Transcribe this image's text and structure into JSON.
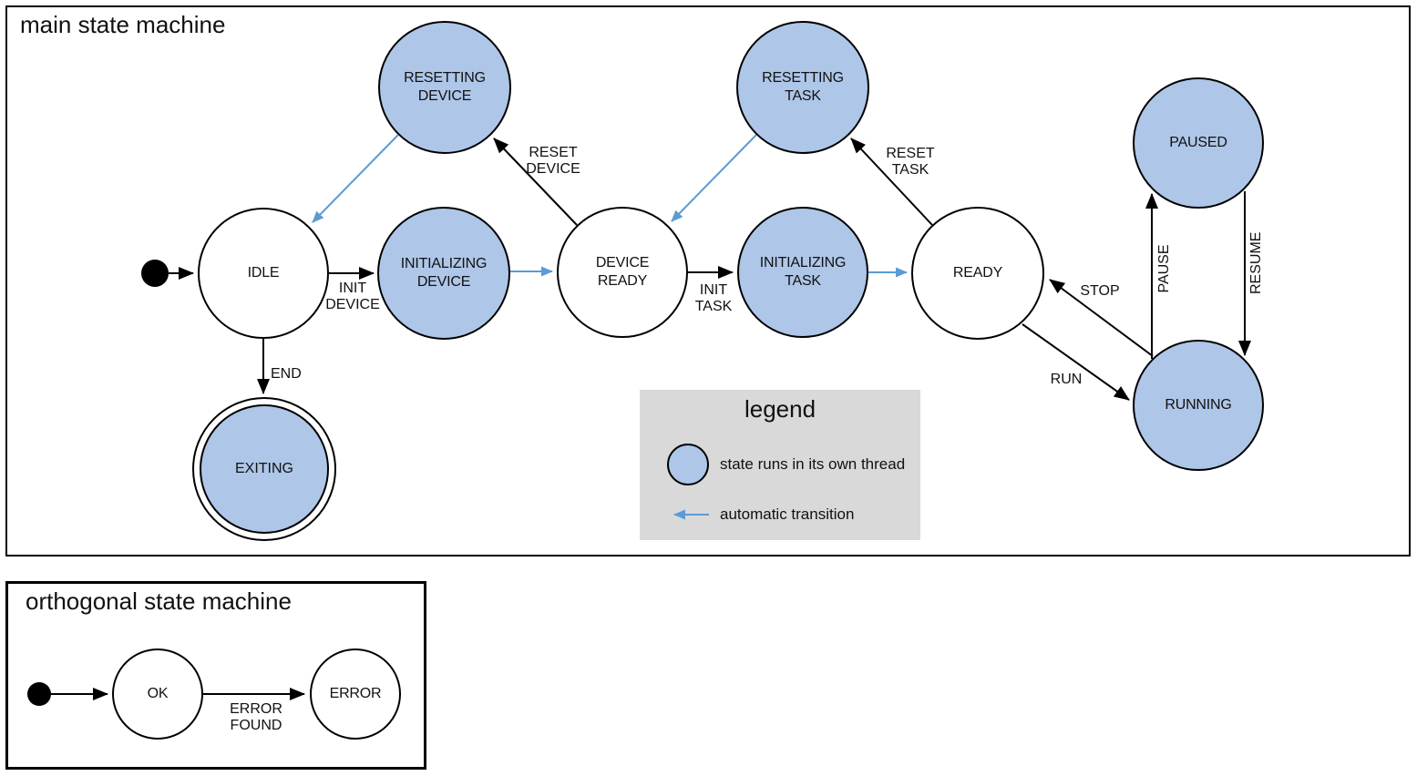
{
  "colors": {
    "thread_state_fill": "#aec6e8",
    "auto_transition": "#5b9bd5",
    "legend_bg": "#d9d9d9",
    "outline": "#000000"
  },
  "main_machine": {
    "title": "main state machine",
    "states": {
      "idle": {
        "label": "IDLE",
        "threaded": false
      },
      "resetting_device": {
        "line1": "RESETTING",
        "line2": "DEVICE",
        "threaded": true
      },
      "initializing_device": {
        "line1": "INITIALIZING",
        "line2": "DEVICE",
        "threaded": true
      },
      "device_ready": {
        "line1": "DEVICE",
        "line2": "READY",
        "threaded": false
      },
      "resetting_task": {
        "line1": "RESETTING",
        "line2": "TASK",
        "threaded": true
      },
      "initializing_task": {
        "line1": "INITIALIZING",
        "line2": "TASK",
        "threaded": true
      },
      "ready": {
        "label": "READY",
        "threaded": false
      },
      "paused": {
        "label": "PAUSED",
        "threaded": true
      },
      "running": {
        "label": "RUNNING",
        "threaded": true
      },
      "exiting": {
        "label": "EXITING",
        "threaded": true,
        "final_state": true
      }
    },
    "transitions": {
      "init_device": {
        "line1": "INIT",
        "line2": "DEVICE",
        "from": "idle",
        "to": "initializing_device",
        "auto": false
      },
      "auto_device_ready": {
        "from": "initializing_device",
        "to": "device_ready",
        "auto": true
      },
      "reset_device": {
        "line1": "RESET",
        "line2": "DEVICE",
        "from": "device_ready",
        "to": "resetting_device",
        "auto": false
      },
      "auto_reset_to_idle": {
        "from": "resetting_device",
        "to": "idle",
        "auto": true
      },
      "init_task": {
        "line1": "INIT",
        "line2": "TASK",
        "from": "device_ready",
        "to": "initializing_task",
        "auto": false
      },
      "auto_ready": {
        "from": "initializing_task",
        "to": "ready",
        "auto": true
      },
      "reset_task": {
        "line1": "RESET",
        "line2": "TASK",
        "from": "ready",
        "to": "resetting_task",
        "auto": false
      },
      "auto_reset_to_device_ready": {
        "from": "resetting_task",
        "to": "device_ready",
        "auto": true
      },
      "end": {
        "label": "END",
        "from": "idle",
        "to": "exiting",
        "auto": false
      },
      "run": {
        "label": "RUN",
        "from": "ready",
        "to": "running",
        "auto": false
      },
      "stop": {
        "label": "STOP",
        "from": "running",
        "to": "ready",
        "auto": false
      },
      "pause": {
        "label": "PAUSE",
        "from": "running",
        "to": "paused",
        "auto": false
      },
      "resume": {
        "label": "RESUME",
        "from": "paused",
        "to": "running",
        "auto": false
      }
    }
  },
  "legend": {
    "title": "legend",
    "thread_item": "state runs in its own thread",
    "auto_item": "automatic transition"
  },
  "orthogonal_machine": {
    "title": "orthogonal state machine",
    "states": {
      "ok": {
        "label": "OK",
        "threaded": false
      },
      "error": {
        "label": "ERROR",
        "threaded": false
      }
    },
    "transitions": {
      "error_found": {
        "line1": "ERROR",
        "line2": "FOUND",
        "from": "ok",
        "to": "error",
        "auto": false
      }
    }
  }
}
